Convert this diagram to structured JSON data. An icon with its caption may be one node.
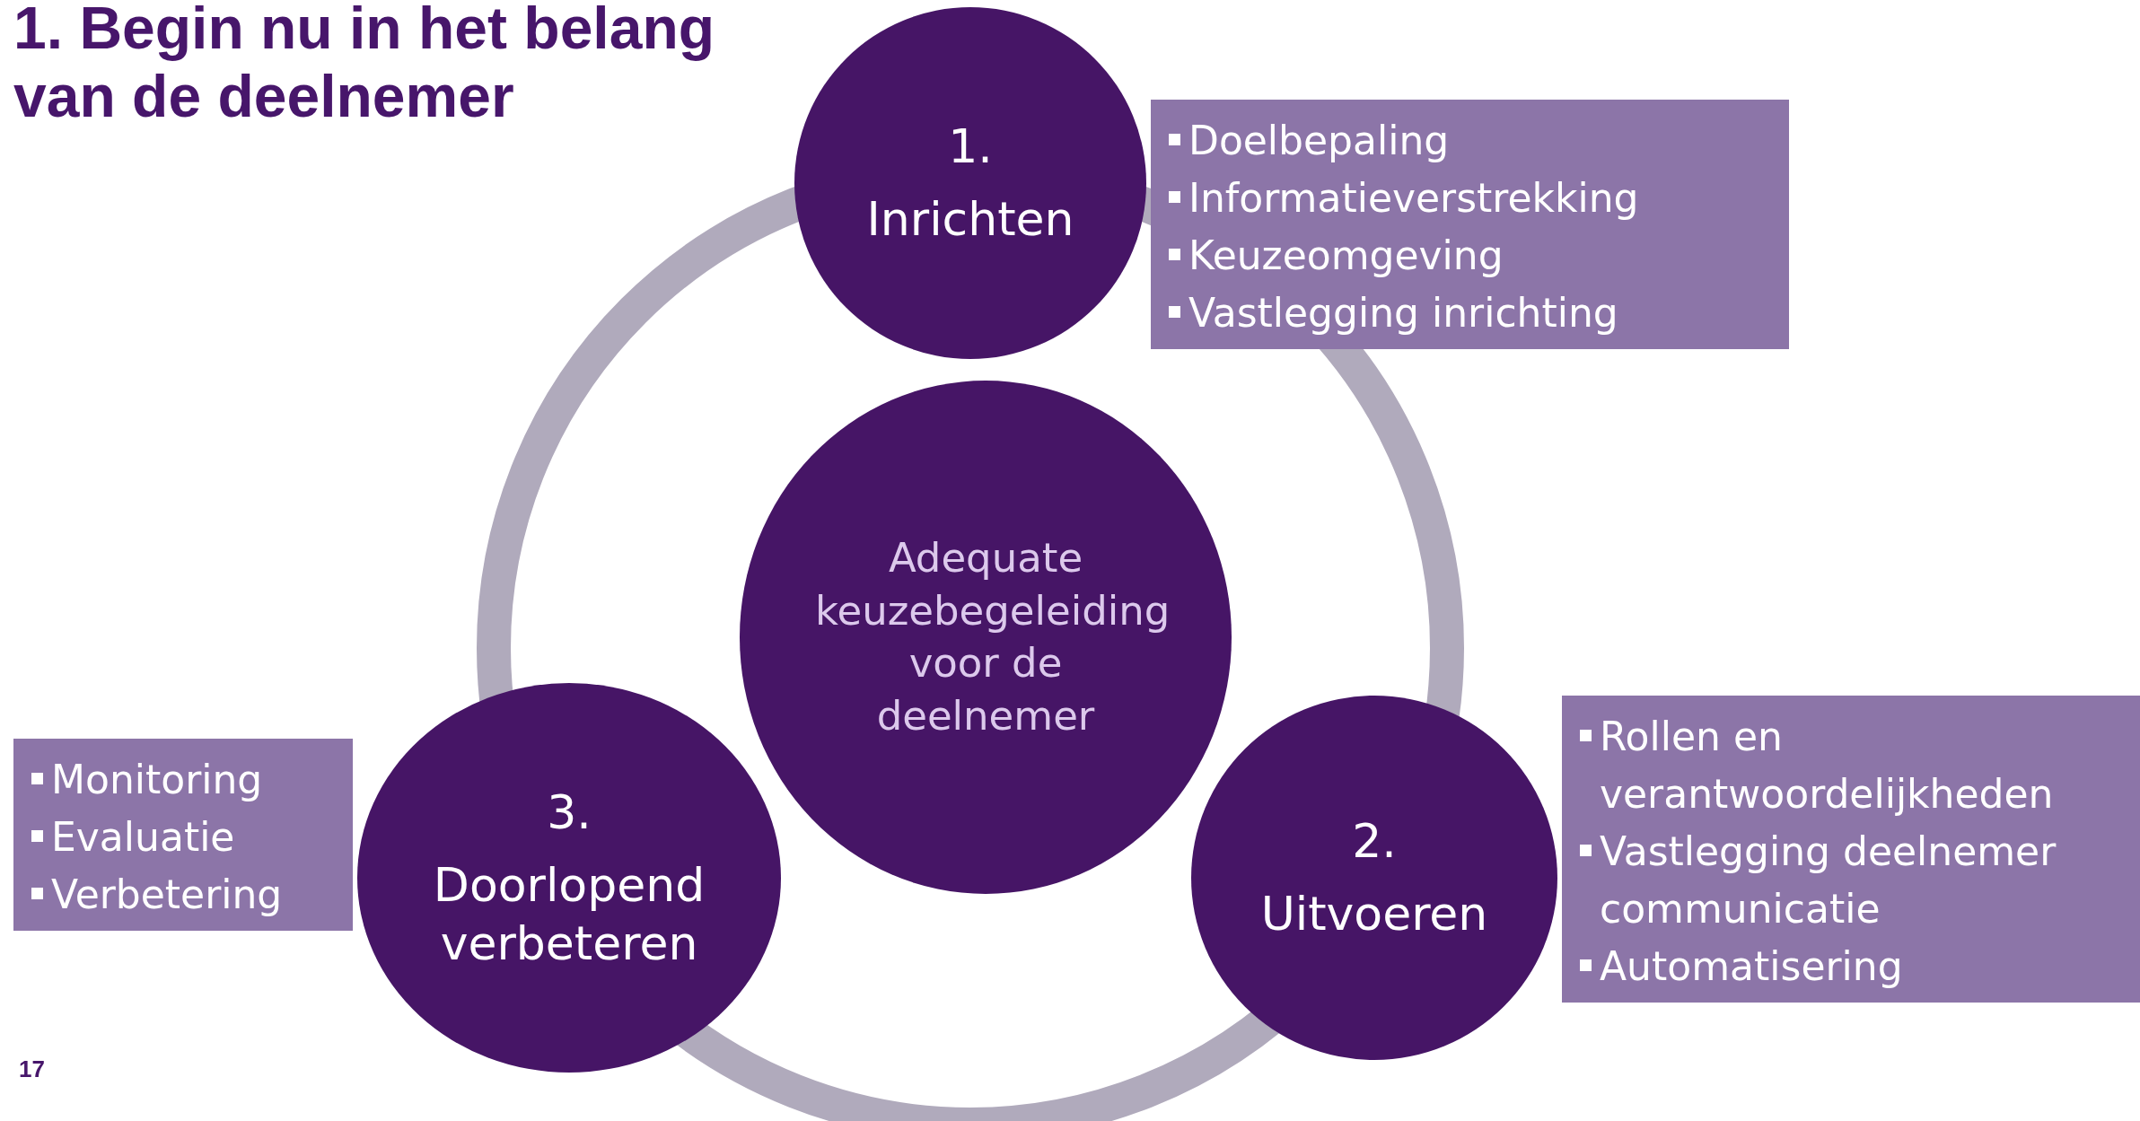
{
  "diagram": {
    "title": "1. Begin nu in het belang van de deelnemer",
    "nodes": [
      {
        "text": [
          "1.",
          "Inrichten"
        ]
      },
      {
        "text": [
          "Doelbepaling",
          "Informatieverstrekking",
          "Keuzeomgeving",
          "Vastlegging inrichting"
        ]
      },
      {
        "text": [
          "Adequate keuzebegeleiding voor de deelnemer"
        ]
      },
      {
        "text": [
          "Monitoring",
          "Evaluatie",
          "Verbetering"
        ]
      },
      {
        "text": [
          "3.",
          "Doorlopend verbeteren"
        ]
      },
      {
        "text": [
          "2.",
          "Uitvoeren"
        ]
      },
      {
        "text": [
          "Rollen en verantwoordelijkheden",
          "Vastlegging deelnemer communicatie",
          "Automatisering"
        ]
      }
    ],
    "labels": [
      "17"
    ]
  }
}
